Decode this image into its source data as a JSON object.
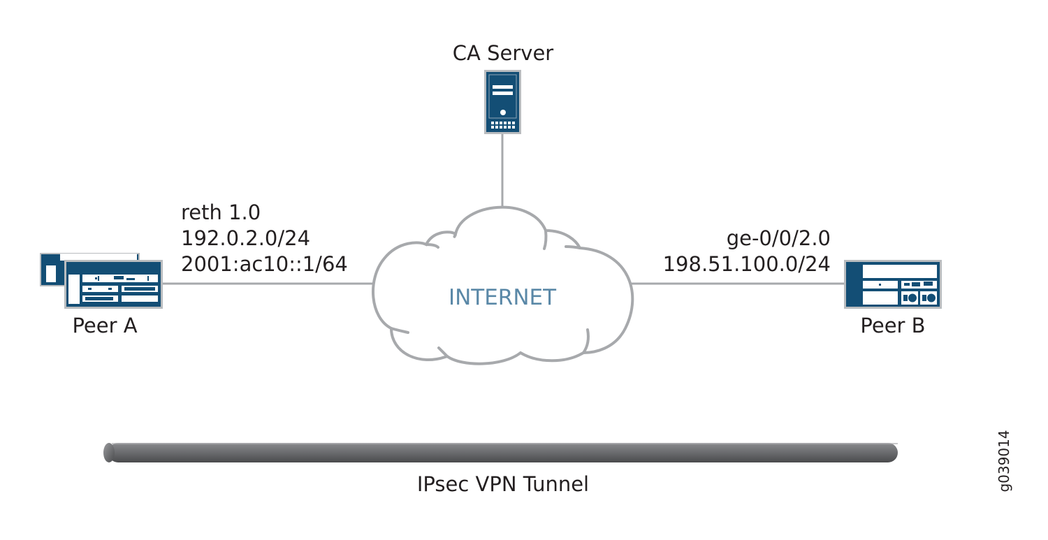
{
  "diagram": {
    "colors": {
      "device_fill": "#134e75",
      "device_border": "#b9bcbf",
      "link": "#a7a9ac",
      "cloud_stroke": "#a7a9ac",
      "cloud_text": "#5a88a7",
      "text": "#231f20",
      "tunnel": "#6d6e71"
    },
    "ca_server": {
      "label": "CA Server",
      "icon": "server-icon"
    },
    "internet": {
      "label": "INTERNET",
      "icon": "cloud-icon"
    },
    "peer_a": {
      "label": "Peer A",
      "icon": "firewall-cluster-icon",
      "interface": "reth 1.0",
      "ipv4": "192.0.2.0/24",
      "ipv6": "2001:ac10::1/64"
    },
    "peer_b": {
      "label": "Peer B",
      "icon": "firewall-icon",
      "interface": "ge-0/0/2.0",
      "ipv4": "198.51.100.0/24"
    },
    "tunnel": {
      "label": "IPsec VPN Tunnel",
      "icon": "tunnel-pipe-icon"
    },
    "figure_id": "g039014"
  }
}
